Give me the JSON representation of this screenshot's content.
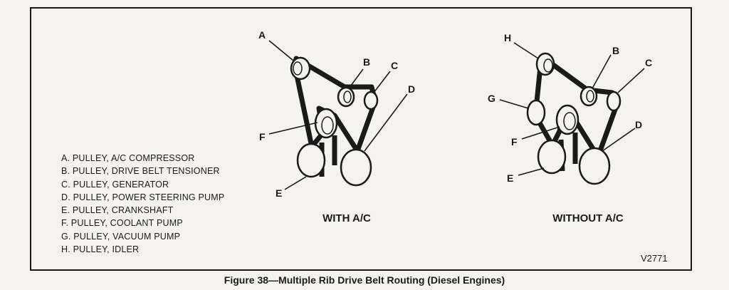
{
  "legend": [
    "A. PULLEY, A/C COMPRESSOR",
    "B. PULLEY, DRIVE BELT TENSIONER",
    "C. PULLEY, GENERATOR",
    "D. PULLEY, POWER STEERING PUMP",
    "E. PULLEY, CRANKSHAFT",
    "F. PULLEY, COOLANT PUMP",
    "G. PULLEY, VACUUM PUMP",
    "H. PULLEY, IDLER"
  ],
  "with_ac": {
    "title": "WITH A/C",
    "labels": {
      "a": "A",
      "b": "B",
      "c": "C",
      "d": "D",
      "e": "E",
      "f": "F"
    }
  },
  "without_ac": {
    "title": "WITHOUT A/C",
    "labels": {
      "h": "H",
      "b": "B",
      "c": "C",
      "g": "G",
      "d": "D",
      "f": "F",
      "e": "E"
    }
  },
  "code": "V2771",
  "caption": "Figure 38—Multiple Rib Drive Belt Routing (Diesel Engines)"
}
